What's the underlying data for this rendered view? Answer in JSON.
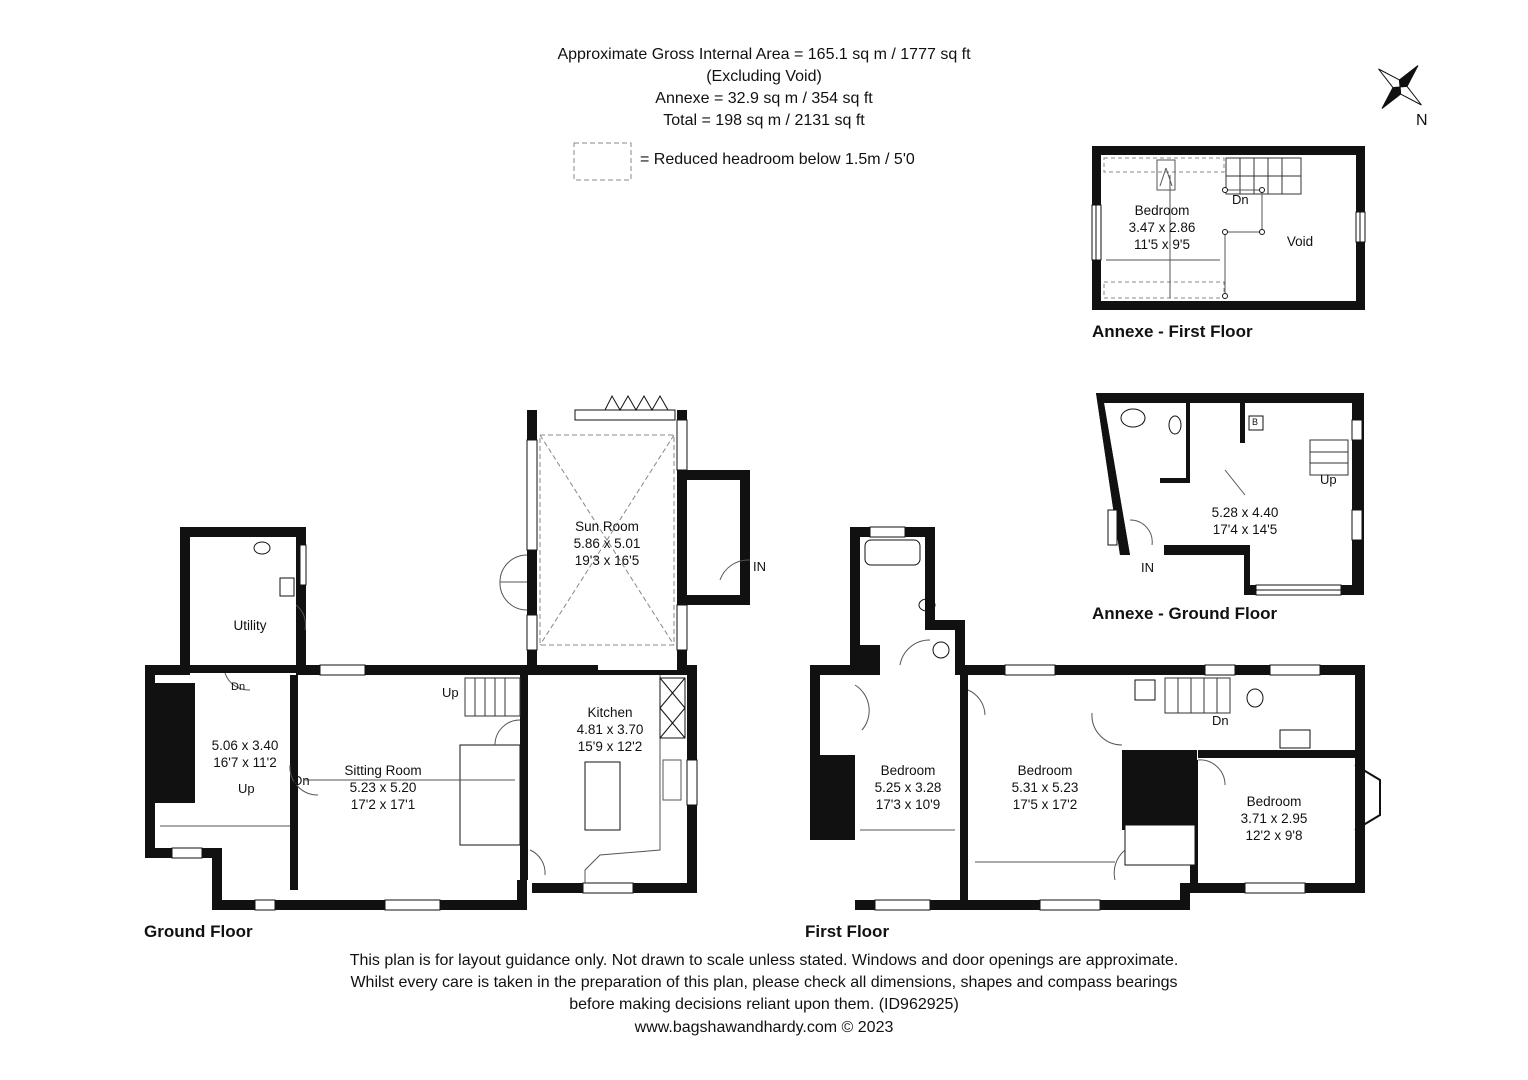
{
  "header": {
    "gross_area": "Approximate Gross Internal Area = 165.1 sq m / 1777 sq ft",
    "excluding": "(Excluding Void)",
    "annexe_area": "Annexe = 32.9 sq m / 354 sq ft",
    "total_area": "Total = 198 sq m / 2131 sq ft"
  },
  "legend": {
    "text": "= Reduced headroom below 1.5m / 5'0"
  },
  "compass": {
    "label": "N"
  },
  "floors": {
    "ground": "Ground Floor",
    "first": "First Floor",
    "annexe_first": "Annexe - First Floor",
    "annexe_ground": "Annexe - Ground Floor"
  },
  "rooms": {
    "sun_room": {
      "name": "Sun Room",
      "metric": "5.86 x 5.01",
      "imperial": "19'3 x 16'5"
    },
    "utility": {
      "name": "Utility"
    },
    "hall": {
      "metric": "5.06 x 3.40",
      "imperial": "16'7 x 11'2"
    },
    "sitting_room": {
      "name": "Sitting Room",
      "metric": "5.23 x 5.20",
      "imperial": "17'2 x 17'1"
    },
    "kitchen": {
      "name": "Kitchen",
      "metric": "4.81 x 3.70",
      "imperial": "15'9 x 12'2"
    },
    "bedroom_ff1": {
      "name": "Bedroom",
      "metric": "5.25 x 3.28",
      "imperial": "17'3 x 10'9"
    },
    "bedroom_ff2": {
      "name": "Bedroom",
      "metric": "5.31 x 5.23",
      "imperial": "17'5 x 17'2"
    },
    "bedroom_ff3": {
      "name": "Bedroom",
      "metric": "3.71 x 2.95",
      "imperial": "12'2 x 9'8"
    },
    "annexe_bedroom": {
      "name": "Bedroom",
      "metric": "3.47 x 2.86",
      "imperial": "11'5 x 9'5"
    },
    "annexe_void": {
      "name": "Void"
    },
    "annexe_living": {
      "metric": "5.28 x 4.40",
      "imperial": "17'4 x 14'5"
    }
  },
  "markers": {
    "in": "IN",
    "up": "Up",
    "dn": "Dn",
    "boiler": "B"
  },
  "footer": {
    "line1": "This plan is for layout guidance only. Not drawn to scale unless stated. Windows and door openings are approximate.",
    "line2": "Whilst every care is taken in the preparation of this plan, please check all dimensions, shapes and compass bearings",
    "line3": "before making decisions reliant upon them. (ID962925)",
    "line4": "www.bagshawandhardy.com © 2023"
  }
}
